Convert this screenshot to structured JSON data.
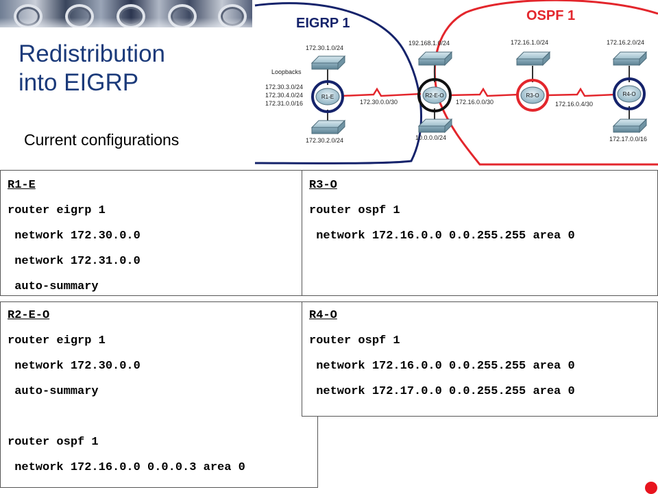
{
  "slide": {
    "title_line1": "Redistribution",
    "title_line2": "into EIGRP",
    "subtitle": "Current configurations"
  },
  "diagram": {
    "domains": [
      {
        "label": "EIGRP 1",
        "color": "#15236b"
      },
      {
        "label": "OSPF 1",
        "color": "#e3262c"
      }
    ],
    "routers": [
      "R1-E",
      "R2-E-O",
      "R3-O",
      "R4-O"
    ],
    "networks": [
      "172.30.1.0/24",
      "192.168.1.0/24",
      "172.16.1.0/24",
      "172.16.2.0/24",
      "172.30.2.0/24",
      "10.0.0.0/24",
      "172.17.0.0/16",
      "172.30.0.0/30",
      "172.16.0.0/30",
      "172.16.0.4/30"
    ],
    "loopbacks_label": "Loopbacks",
    "loopbacks": [
      "172.30.3.0/24",
      "172.30.4.0/24",
      "172.31.0.0/16"
    ]
  },
  "configs": [
    {
      "router": "R1-E",
      "lines": [
        "router eigrp 1",
        " network 172.30.0.0",
        " network 172.31.0.0",
        " auto-summary"
      ]
    },
    {
      "router": "R3-O",
      "lines": [
        "router ospf 1",
        " network 172.16.0.0 0.0.255.255 area 0"
      ]
    },
    {
      "router": "R2-E-O",
      "lines": [
        "router eigrp 1",
        " network 172.30.0.0",
        " auto-summary",
        "",
        "router ospf 1",
        " network 172.16.0.0 0.0.0.3 area 0"
      ]
    },
    {
      "router": "R4-O",
      "lines": [
        "router ospf 1",
        " network 172.16.0.0 0.0.255.255 area 0",
        " network 172.17.0.0 0.0.255.255 area 0"
      ]
    }
  ],
  "colors": {
    "title": "#1b3a7a",
    "eigrp": "#15236b",
    "ospf": "#e3262c",
    "serial": "#e3262c",
    "indicator": "#e8141e"
  }
}
